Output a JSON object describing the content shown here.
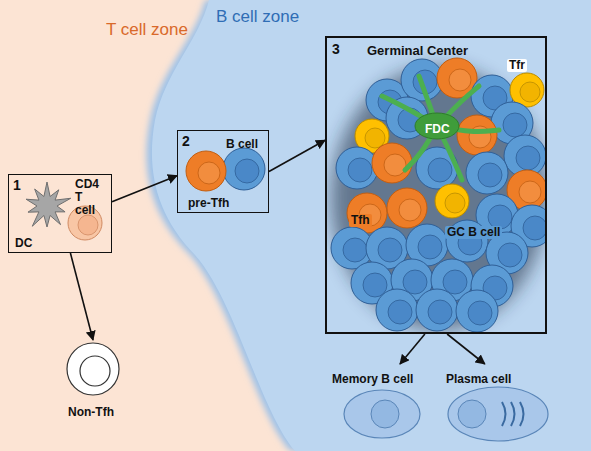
{
  "diagram": {
    "nodes": [
      {
        "text": [
          "1",
          "CD4 T cell",
          "DC"
        ]
      },
      {
        "text": [
          "2",
          "B cell",
          "pre-Tfh"
        ]
      },
      {
        "text": [
          "3",
          "Germinal Center",
          "FDC",
          "Tfr",
          "Tfh",
          "GC B cell"
        ]
      },
      {
        "text": [
          "Non-Tfh"
        ]
      },
      {
        "text": [
          "Memory B cell"
        ]
      },
      {
        "text": [
          "Plasma cell"
        ]
      }
    ],
    "edges": [
      {
        "from": 0,
        "to": 1,
        "arrow": "to"
      },
      {
        "from": 1,
        "to": 2,
        "arrow": "to"
      },
      {
        "from": 0,
        "to": 3,
        "arrow": "to"
      },
      {
        "from": 2,
        "to": 4,
        "arrow": "to"
      },
      {
        "from": 2,
        "to": 5,
        "arrow": "to"
      }
    ],
    "labels": [
      "T cell zone",
      "B cell zone"
    ]
  }
}
